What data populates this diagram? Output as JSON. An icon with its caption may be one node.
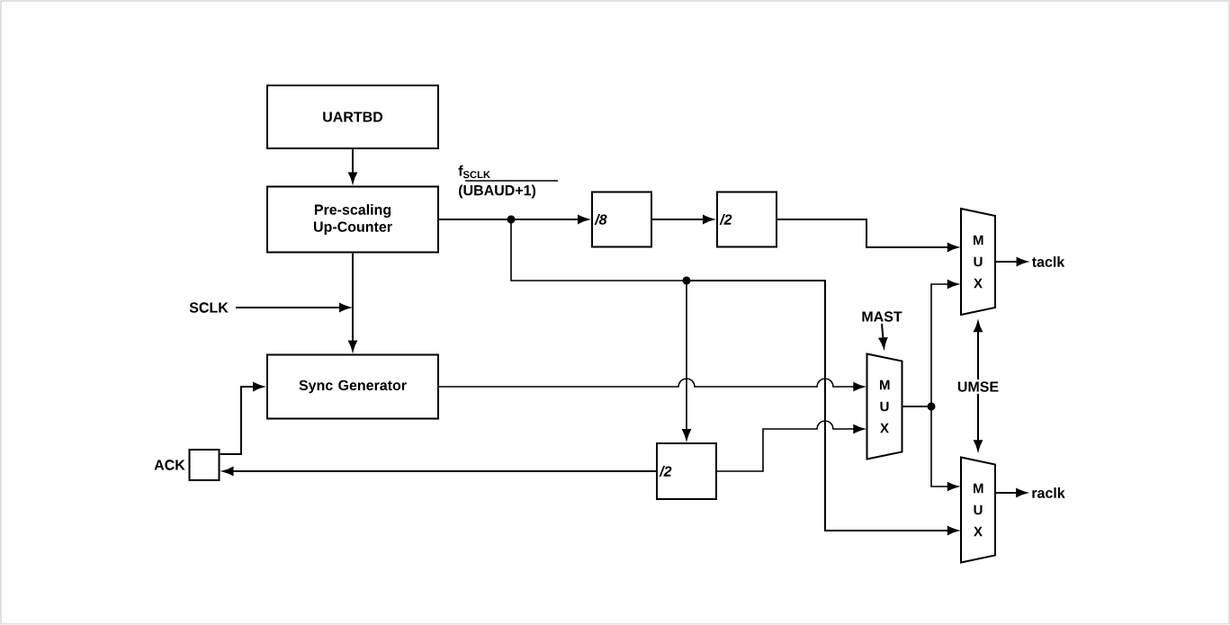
{
  "diagram": {
    "nodes": [
      {
        "text": [
          "UARTBD"
        ]
      },
      {
        "text": [
          "Pre-scaling Up-Counter"
        ]
      },
      {
        "text": [
          "Sync Generator"
        ]
      },
      {
        "text": [],
        "shape": "box",
        "beside": [
          "ACK"
        ]
      },
      {
        "text": [
          "SCLK"
        ]
      },
      {
        "text": [
          "/8"
        ]
      },
      {
        "text": [
          "/2"
        ]
      },
      {
        "text": [
          "M U X"
        ]
      },
      {
        "text": [
          "M U X"
        ]
      },
      {
        "text": [
          "/2"
        ]
      },
      {
        "text": [
          "M U X"
        ]
      },
      {
        "text": [
          "taclk"
        ]
      },
      {
        "text": [
          "raclk"
        ]
      },
      {
        "text": [
          "MAST"
        ]
      },
      {
        "text": [
          "UMSE"
        ]
      }
    ],
    "edges": [
      {
        "from": 0,
        "to": 1,
        "arrow": "to"
      },
      {
        "from": 1,
        "to": 5,
        "arrow": "to"
      },
      {
        "from": 5,
        "to": 6,
        "arrow": "to"
      },
      {
        "from": 6,
        "to": 7,
        "arrow": "to"
      },
      {
        "from": 1,
        "to": 9,
        "arrow": "to"
      },
      {
        "from": 1,
        "to": 10,
        "arrow": "to"
      },
      {
        "from": 1,
        "to": 2,
        "arrow": "to"
      },
      {
        "from": 4,
        "to": null,
        "arrow": "to"
      },
      {
        "from": 2,
        "to": 8,
        "arrow": "to"
      },
      {
        "from": 9,
        "to": 8,
        "arrow": "to"
      },
      {
        "from": 9,
        "to": 3,
        "arrow": "to"
      },
      {
        "from": 3,
        "to": 2,
        "arrow": "to"
      },
      {
        "from": 8,
        "to": 7,
        "arrow": "to"
      },
      {
        "from": 8,
        "to": 10,
        "arrow": "to"
      },
      {
        "from": 7,
        "to": 11,
        "arrow": "to"
      },
      {
        "from": 10,
        "to": 12,
        "arrow": "to"
      },
      {
        "from": 13,
        "to": 8,
        "arrow": "to"
      },
      {
        "from": 14,
        "to": 7,
        "arrow": "to"
      },
      {
        "from": 14,
        "to": 10,
        "arrow": "to"
      }
    ],
    "labels": [
      "f$_{SCLK}$",
      "(UBAUD+1)"
    ]
  }
}
